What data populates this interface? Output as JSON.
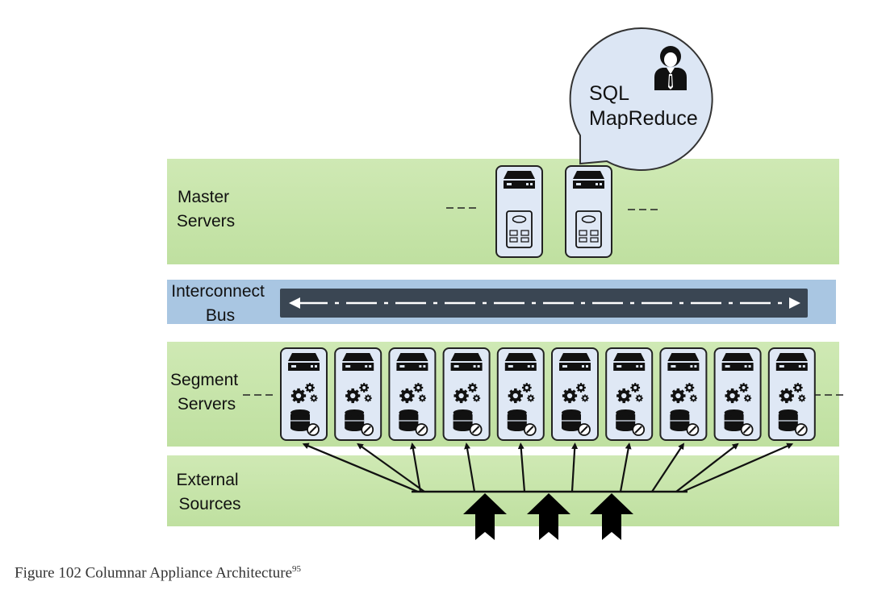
{
  "bubble": {
    "line1": "SQL",
    "line2": "MapReduce",
    "icon": "user-icon"
  },
  "layers": {
    "master": {
      "line1": "Master",
      "line2": "Servers",
      "server_count": 2,
      "ellipsis": "---"
    },
    "interconnect": {
      "line1": "Interconnect",
      "line2": "Bus"
    },
    "segment": {
      "line1": "Segment",
      "line2": "Servers",
      "server_count": 10,
      "ellipsis": "---"
    },
    "external": {
      "line1": "External",
      "line2": "Sources",
      "input_arrow_count": 3
    }
  },
  "caption": {
    "text": "Figure 102 Columnar Appliance Architecture",
    "footnote": "95"
  },
  "colors": {
    "layer_green": "#c6e4a8",
    "bus_blue": "#a4c3e0",
    "bus_dark": "#3a4653",
    "bubble_fill": "#dde6f4",
    "server_fill": "#dfe8f5",
    "icon_dark": "#111111"
  }
}
